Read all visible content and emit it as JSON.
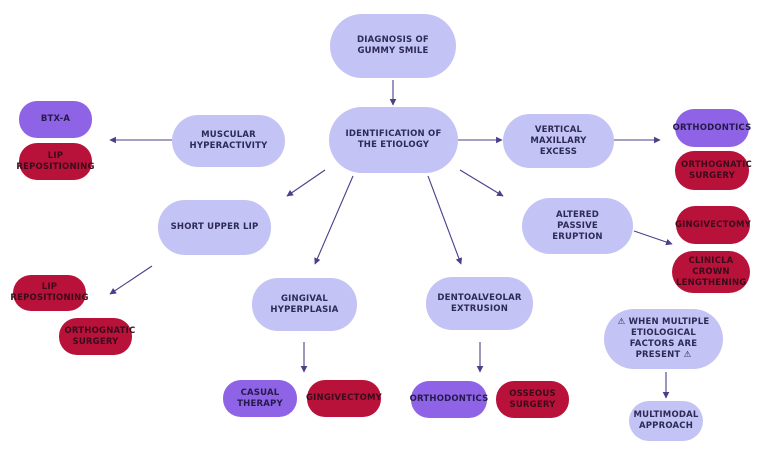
{
  "colors": {
    "lavender": "#c4c3f5",
    "purple": "#8f63e5",
    "crimson": "#b8123b",
    "arrow": "#4a3f8a"
  },
  "nodes": {
    "diagnosis": "DIAGNOSIS OF GUMMY SMILE",
    "identification": "IDENTIFICATION OF THE ETIOLOGY",
    "muscular": "MUSCULAR HYPERACTIVITY",
    "btxa": "BTX-A",
    "lip_repositioning_1": "LIP REPOSITIONING",
    "vertical_maxillary": "VERTICAL MAXILLARY EXCESS",
    "orthodontics_1": "ORTHODONTICS",
    "orthognatic_1": "ORTHOGNATIC SURGERY",
    "short_lip": "SHORT UPPER LIP",
    "lip_repositioning_2": "LIP REPOSITIONING",
    "orthognatic_2": "ORTHOGNATIC SURGERY",
    "altered_passive": "ALTERED PASSIVE ERUPTION",
    "gingivectomy_1": "GINGIVECTOMY",
    "clinical_crown": "CLINICLA CROWN LENGTHENING",
    "gingival_hyperplasia": "GINGIVAL HYPERPLASIA",
    "casual_therapy": "CASUAL THERAPY",
    "gingivectomy_2": "GINGIVECTOMY",
    "dentoalveolar": "DENTOALVEOLAR EXTRUSION",
    "orthodontics_2": "ORTHODONTICS",
    "osseous_surgery": "OSSEOUS SURGERY",
    "multiple_factors": "⚠ WHEN MULTIPLE ETIOLOGICAL FACTORS ARE PRESENT ⚠",
    "multimodal": "MULTIMODAL APPROACH"
  }
}
